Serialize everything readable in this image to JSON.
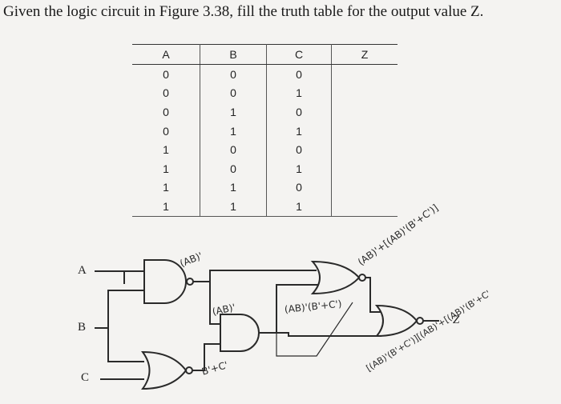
{
  "question": "Given the logic circuit in Figure 3.38, fill the truth table for the output value Z.",
  "table": {
    "headers": [
      "A",
      "B",
      "C",
      "Z"
    ],
    "rows": [
      [
        "0",
        "0",
        "0",
        ""
      ],
      [
        "0",
        "0",
        "1",
        ""
      ],
      [
        "0",
        "1",
        "0",
        ""
      ],
      [
        "0",
        "1",
        "1",
        ""
      ],
      [
        "1",
        "0",
        "0",
        ""
      ],
      [
        "1",
        "0",
        "1",
        ""
      ],
      [
        "1",
        "1",
        "0",
        ""
      ],
      [
        "1",
        "1",
        "1",
        ""
      ]
    ]
  },
  "circuit": {
    "inputs": [
      "A",
      "B",
      "C"
    ],
    "output": "Z",
    "annotations": {
      "ab_nand": "(AB)'",
      "ab_nand_lower": "(AB)'",
      "b_or_c": "B'+C'",
      "lower_and": "(AB)'(B'+C')",
      "upper_or": "(AB)'+[(AB)'(B'+C')]",
      "final_expr": "[(AB)'(B'+C')][(AB)'+[(AB)'(B'+C'"
    }
  },
  "colors": {
    "ink": "#222222",
    "paper": "#f4f3f1"
  }
}
